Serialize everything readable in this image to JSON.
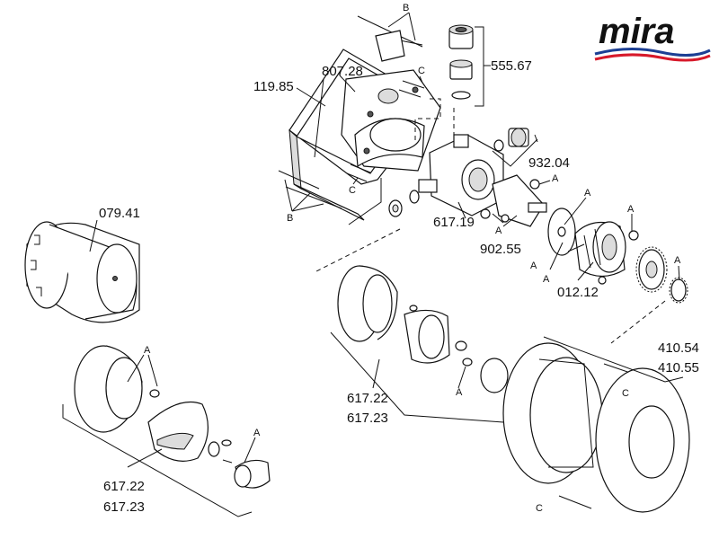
{
  "logo": {
    "text": "mira",
    "wave_colors": [
      "#1c3f94",
      "#d7192a"
    ]
  },
  "parts": {
    "p55567": "555.67",
    "p80728": "807.28",
    "p11985": "119.85",
    "p93204": "932.04",
    "p61719": "617.19",
    "p90255": "902.55",
    "p01212": "012.12",
    "p07941": "079.41",
    "p41054": "410.54",
    "p41055": "410.55",
    "p61722_mid": "617.22",
    "p61723_mid": "617.23",
    "p61722_left": "617.22",
    "p61723_left": "617.23"
  },
  "callouts": {
    "b_top": "B",
    "b_left": "B",
    "c_top": "C",
    "c_left": "C",
    "c_right": "C",
    "c_bottom": "C",
    "a1": "A",
    "a2": "A",
    "a3": "A",
    "a4": "A",
    "a5": "A",
    "a6": "A",
    "a7": "A",
    "a_mid": "A",
    "a_left_top": "A",
    "a_left_bottom": "A"
  }
}
